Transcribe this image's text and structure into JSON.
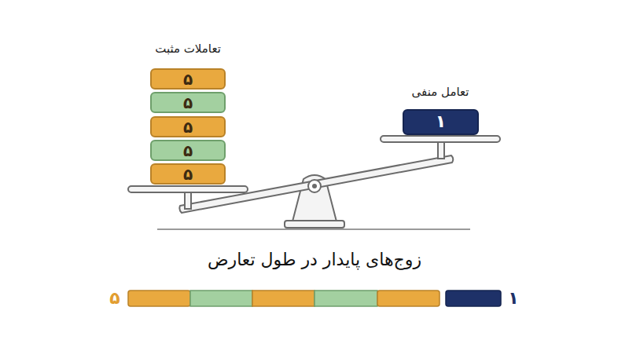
{
  "diagram": {
    "title": "زوج‌های پایدار در طول تعارض",
    "nodes": [
      {
        "text": [
          "۵"
        ]
      },
      {
        "text": [
          "۵"
        ]
      },
      {
        "text": [
          "۵"
        ]
      },
      {
        "text": [
          "۵"
        ]
      },
      {
        "text": [
          "۵"
        ]
      },
      {
        "text": [
          "۱"
        ]
      }
    ],
    "labels": [
      "تعاملات مثبت",
      "تعامل منفی",
      "۵",
      "۱"
    ]
  }
}
